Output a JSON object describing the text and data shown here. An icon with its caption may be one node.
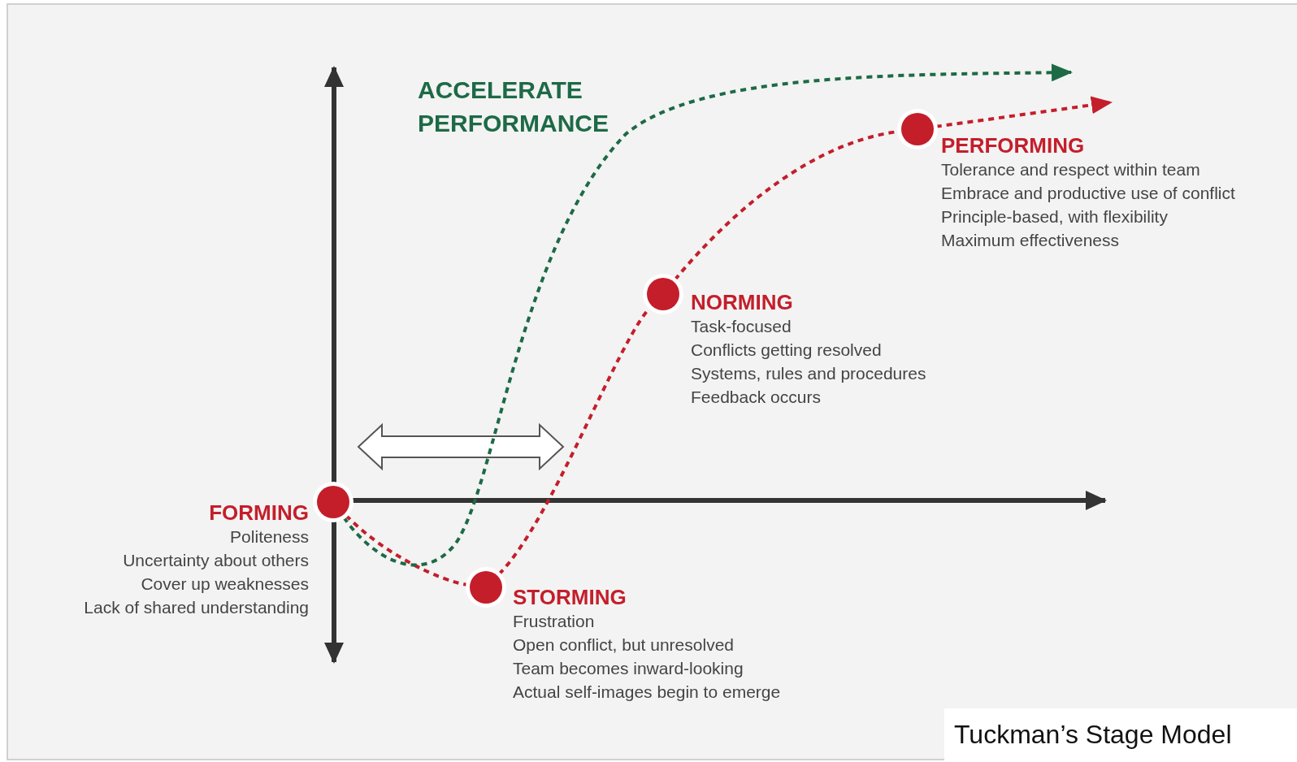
{
  "diagram": {
    "caption": "Tuckman’s Stage Model",
    "nodes": [
      {
        "text": [],
        "shape": "circle",
        "beside": [
          "FORMING",
          "Politeness",
          "Uncertainty about others",
          "Cover up weaknesses",
          "Lack of shared understanding"
        ]
      },
      {
        "text": [],
        "shape": "circle",
        "beside": [
          "STORMING",
          "Frustration",
          "Open conflict, but unresolved",
          "Team becomes inward-looking",
          "Actual self-images begin to emerge"
        ]
      },
      {
        "text": [],
        "shape": "circle",
        "beside": [
          "NORMING",
          "Task-focused",
          "Conflicts getting resolved",
          "Systems, rules and procedures",
          "Feedback occurs"
        ]
      },
      {
        "text": [],
        "shape": "circle",
        "beside": [
          "PERFORMING",
          "Tolerance and respect within team",
          "Embrace and productive use of conflict",
          "Principle-based, with flexibility",
          "Maximum effectiveness"
        ]
      }
    ],
    "edges": [
      {
        "from": 0,
        "to": 1,
        "arrow": "none",
        "style": "dashed"
      },
      {
        "from": 1,
        "to": 2,
        "arrow": "none",
        "style": "dashed"
      },
      {
        "from": 2,
        "to": 3,
        "arrow": "none",
        "style": "dashed"
      },
      {
        "from": 3,
        "to": null,
        "arrow": "to",
        "style": "dashed"
      },
      {
        "from": 0,
        "to": null,
        "arrow": "to",
        "style": "dashed",
        "color": "#1d6a46"
      }
    ],
    "labels": [
      "ACCELERATE PERFORMANCE"
    ]
  }
}
